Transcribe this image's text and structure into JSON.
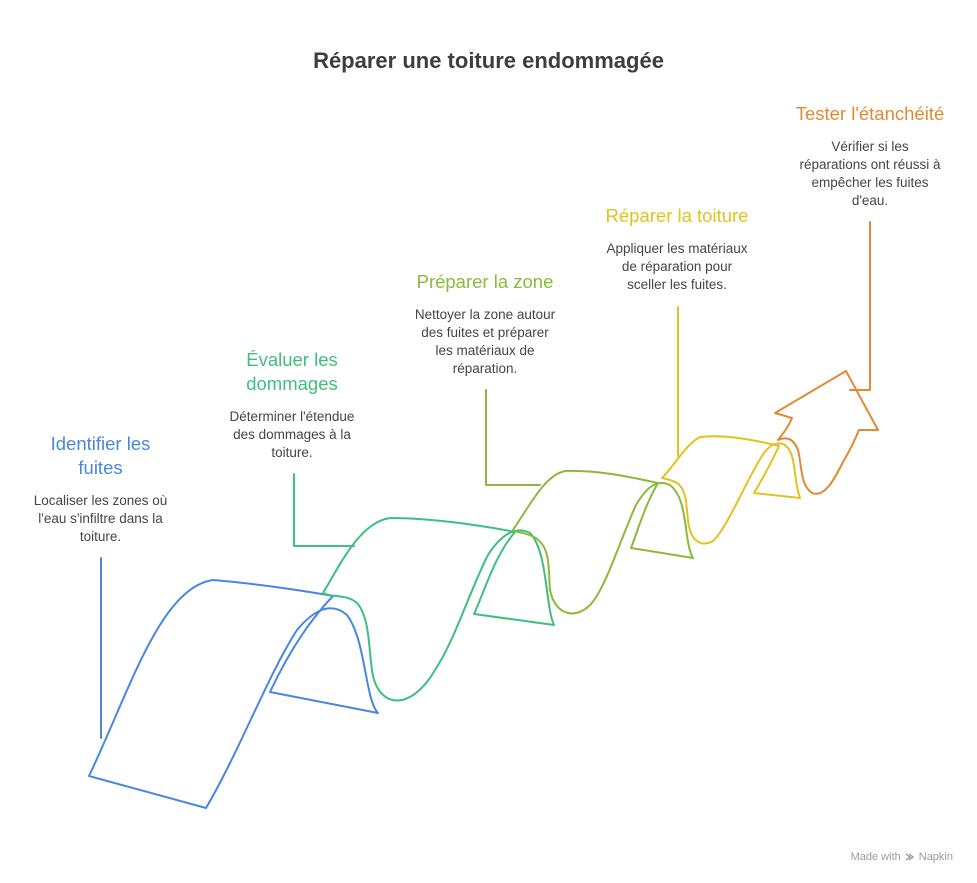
{
  "title": "Réparer une toiture endommagée",
  "steps": [
    {
      "title_lines": [
        "Identifier les",
        "fuites"
      ],
      "desc_lines": [
        "Localiser les zones où",
        "l'eau s'infiltre dans la",
        "toiture."
      ],
      "color": "#4a86e0"
    },
    {
      "title_lines": [
        "Évaluer les",
        "dommages"
      ],
      "desc_lines": [
        "Déterminer l'étendue",
        "des dommages à la",
        "toiture."
      ],
      "color": "#3dbf7d"
    },
    {
      "title_lines": [
        "Préparer la zone"
      ],
      "desc_lines": [
        "Nettoyer la zone autour",
        "des fuites et préparer",
        "les matériaux de",
        "réparation."
      ],
      "color": "#8bba3a"
    },
    {
      "title_lines": [
        "Réparer la toiture"
      ],
      "desc_lines": [
        "Appliquer les matériaux",
        "de réparation pour",
        "sceller les fuites."
      ],
      "color": "#e2c21e"
    },
    {
      "title_lines": [
        "Tester l'étanchéité"
      ],
      "desc_lines": [
        "Vérifier si les",
        "réparations ont réussi à",
        "empêcher les fuites",
        "d'eau."
      ],
      "color": "#e08a33"
    }
  ],
  "footer": {
    "made_with": "Made with",
    "brand": "Napkin",
    "brand_icon": "napkin-logo-icon"
  }
}
